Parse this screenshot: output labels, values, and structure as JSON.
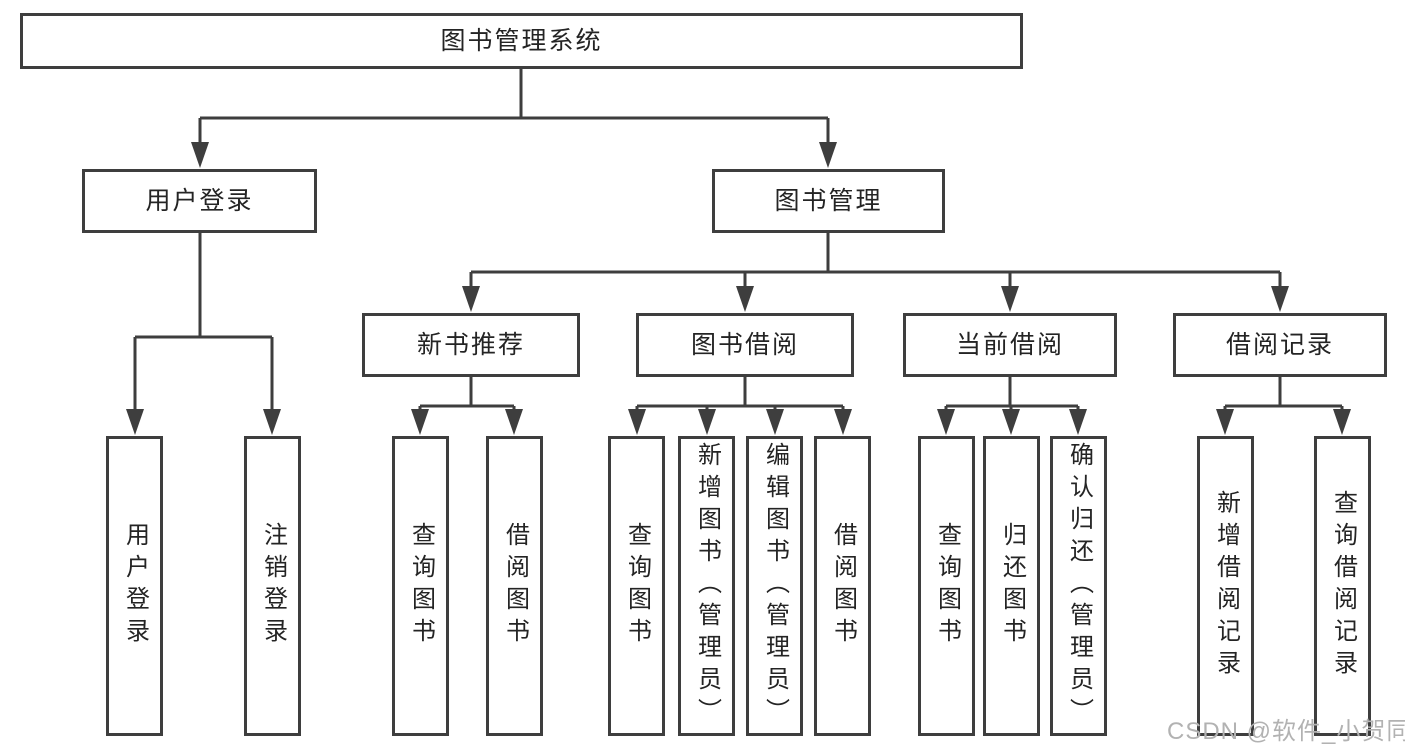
{
  "diagram": {
    "type": "hierarchy-tree",
    "root": {
      "label": "图书管理系统"
    },
    "level2": [
      {
        "label": "用户登录"
      },
      {
        "label": "图书管理"
      }
    ],
    "level3": [
      {
        "label": "新书推荐",
        "parent": "图书管理"
      },
      {
        "label": "图书借阅",
        "parent": "图书管理"
      },
      {
        "label": "当前借阅",
        "parent": "图书管理"
      },
      {
        "label": "借阅记录",
        "parent": "图书管理"
      }
    ],
    "leaves": [
      {
        "label": "用户登录",
        "parent": "用户登录"
      },
      {
        "label": "注销登录",
        "parent": "用户登录"
      },
      {
        "label": "查询图书",
        "parent": "新书推荐"
      },
      {
        "label": "借阅图书",
        "parent": "新书推荐"
      },
      {
        "label": "查询图书",
        "parent": "图书借阅"
      },
      {
        "label": "新增图书（管理员）",
        "parent": "图书借阅"
      },
      {
        "label": "编辑图书（管理员）",
        "parent": "图书借阅"
      },
      {
        "label": "借阅图书",
        "parent": "图书借阅"
      },
      {
        "label": "查询图书",
        "parent": "当前借阅"
      },
      {
        "label": "归还图书",
        "parent": "当前借阅"
      },
      {
        "label": "确认归还（管理员）",
        "parent": "当前借阅"
      },
      {
        "label": "新增借阅记录",
        "parent": "借阅记录"
      },
      {
        "label": "查询借阅记录",
        "parent": "借阅记录"
      }
    ]
  },
  "watermark": {
    "text": "CSDN @软件_小贺同学"
  },
  "colors": {
    "line": "#3e3e3e",
    "box_border": "#3e3e3e",
    "box_background": "#ffffff",
    "text": "#242424",
    "watermark": "#b2b2b2",
    "background": "#ffffff"
  }
}
